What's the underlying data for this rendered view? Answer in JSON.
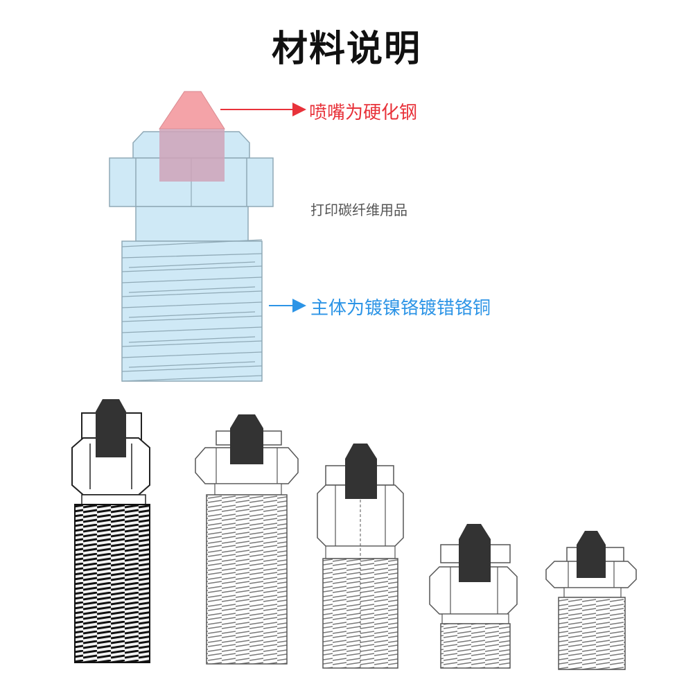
{
  "title": "材料说明",
  "callouts": {
    "tip": "喷嘴为硬化钢",
    "note": "打印碳纤维用品",
    "body": "主体为镀镍铬镀错铬铜"
  },
  "colors": {
    "tip_label": "#e8323a",
    "body_label": "#2c94e6",
    "nozzle_body_fill": "#cfe9f6",
    "tip_fill": "#f4a3a8",
    "insert_fill": "#333333"
  },
  "icons": {
    "main_nozzle": "nozzle-cross-section-icon",
    "variants": [
      "nozzle-variant-icon"
    ]
  }
}
